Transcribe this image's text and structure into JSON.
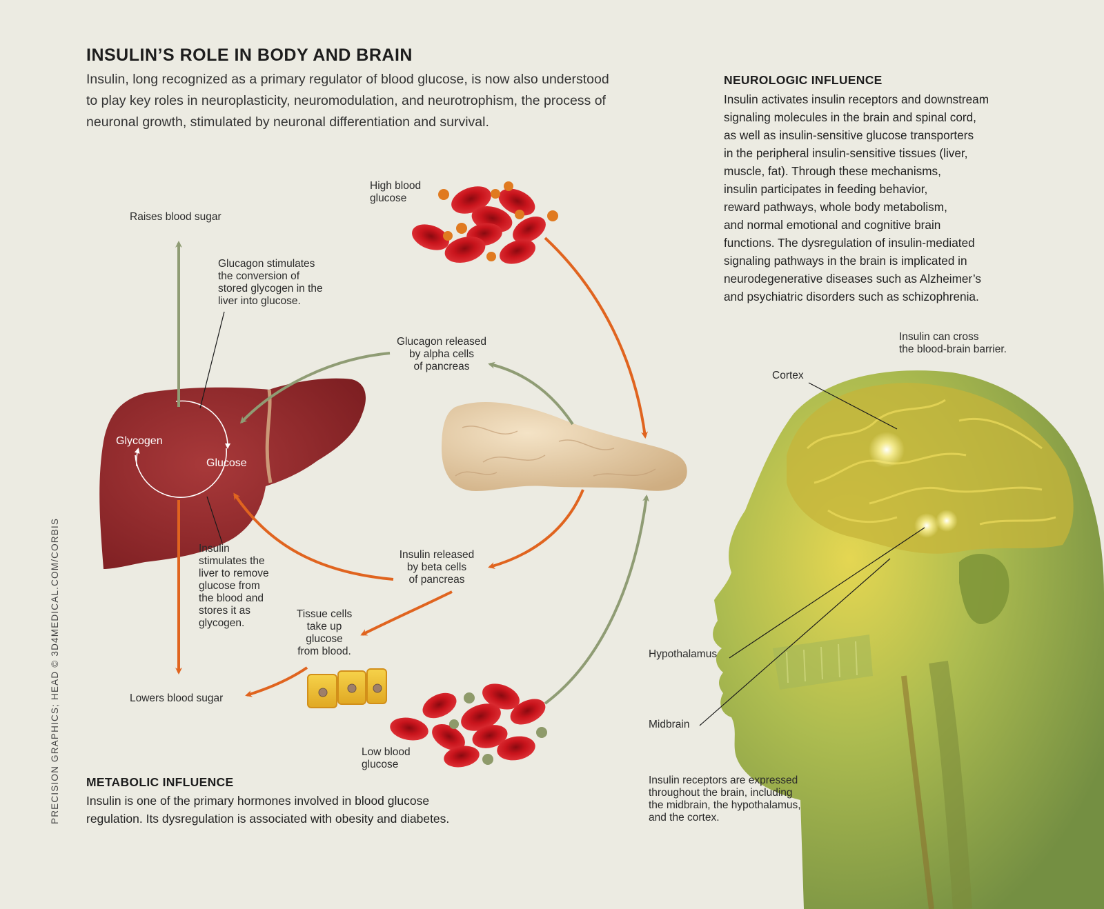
{
  "title": "INSULIN’S ROLE IN BODY AND BRAIN",
  "intro": "Insulin, long recognized as a primary regulator of blood glucose, is now also understood\nto play key roles in neuroplasticity, neuromodulation, and neurotrophism, the process of\nneuronal growth, stimulated by neuronal differentiation and survival.",
  "neurologic": {
    "title": "NEUROLOGIC INFLUENCE",
    "body": "Insulin activates insulin receptors and downstream\nsignaling molecules in the brain and spinal cord,\nas well as insulin-sensitive glucose transporters\nin the peripheral insulin-sensitive tissues (liver,\nmuscle, fat). Through these mechanisms,\ninsulin participates in feeding behavior,\nreward pathways, whole body metabolism,\nand normal emotional and cognitive brain\nfunctions. The dysregulation of insulin-mediated\nsignaling pathways in the brain is implicated in\nneurodegenerative diseases such as Alzheimer’s\nand psychiatric disorders such as schizophrenia."
  },
  "metabolic": {
    "title": "METABOLIC INFLUENCE",
    "body": "Insulin is one of the primary hormones involved in blood glucose\nregulation. Its dysregulation is associated with obesity and diabetes."
  },
  "labels": {
    "raises": "Raises blood sugar",
    "lowers": "Lowers blood sugar",
    "glucagon_stim": "Glucagon stimulates\nthe conversion of\nstored glycogen in the\nliver into glucose.",
    "glycogen": "Glycogen",
    "glucose": "Glucose",
    "high_blood": "High blood\nglucose",
    "low_blood": "Low blood\nglucose",
    "glucagon_released": "Glucagon released\nby alpha cells\nof pancreas",
    "insulin_released": "Insulin released\nby beta cells\nof pancreas",
    "insulin_stim": "Insulin\nstimulates the\nliver to remove\nglucose from\nthe blood and\nstores it as\nglycogen.",
    "tissue": "Tissue cells\ntake up\nglucose\nfrom blood.",
    "bbb": "Insulin can cross\nthe blood-brain barrier.",
    "cortex": "Cortex",
    "hypothalamus": "Hypothalamus",
    "midbrain": "Midbrain",
    "receptors": "Insulin receptors are expressed\nthroughout the brain, including\nthe midbrain, the hypothalamus,\nand the cortex."
  },
  "credit": "PRECISION GRAPHICS; HEAD © 3D4MEDICAL.COM/CORBIS",
  "colors": {
    "orange_arrow": "#e0641f",
    "green_arrow": "#8f9c74",
    "liver": "#9b2a2a",
    "blood_cell": "#c8141c",
    "pancreas": "#e3c9a3",
    "head": "#9db04a",
    "background": "#ecebe2"
  }
}
